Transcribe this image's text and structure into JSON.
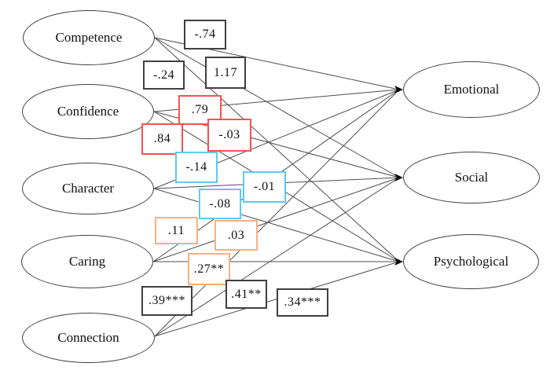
{
  "palette": {
    "background": "#ffffff",
    "ellipse_border": "#404040",
    "line": "#4d4d4d",
    "arrowhead": "#000000",
    "black_box_border": "#3f3f3f",
    "red_box_border": "#ff5050",
    "blue_box_border": "#5fc9f0",
    "orange_box_border": "#f4b183"
  },
  "nodes": {
    "left": [
      {
        "label": "Competence"
      },
      {
        "label": "Confidence"
      },
      {
        "label": "Character"
      },
      {
        "label": "Caring"
      },
      {
        "label": "Connection"
      }
    ],
    "right": [
      {
        "label": "Emotional"
      },
      {
        "label": "Social"
      },
      {
        "label": "Psychological"
      }
    ]
  },
  "coefficients": [
    {
      "value": "-.74",
      "group": "competence",
      "box_color": "#3f3f3f"
    },
    {
      "value": "-.24",
      "group": "competence",
      "box_color": "#3f3f3f"
    },
    {
      "value": "1.17",
      "group": "competence",
      "box_color": "#3f3f3f"
    },
    {
      "value": ".79",
      "group": "confidence",
      "box_color": "#ff5050"
    },
    {
      "value": ".84",
      "group": "confidence",
      "box_color": "#ff5050"
    },
    {
      "value": "-.03",
      "group": "confidence",
      "box_color": "#ff5050"
    },
    {
      "value": "-.14",
      "group": "character",
      "box_color": "#5fc9f0"
    },
    {
      "value": "-.01",
      "group": "character",
      "box_color": "#5fc9f0"
    },
    {
      "value": "-.08",
      "group": "character",
      "box_color": "#5fc9f0"
    },
    {
      "value": ".11",
      "group": "caring",
      "box_color": "#f4b183"
    },
    {
      "value": ".03",
      "group": "caring",
      "box_color": "#f4b183"
    },
    {
      "value": ".27**",
      "group": "caring",
      "box_color": "#f4b183"
    },
    {
      "value": ".39***",
      "group": "connection",
      "box_color": "#3f3f3f"
    },
    {
      "value": ".41**",
      "group": "connection",
      "box_color": "#3f3f3f"
    },
    {
      "value": ".34***",
      "group": "connection",
      "box_color": "#3f3f3f"
    }
  ]
}
